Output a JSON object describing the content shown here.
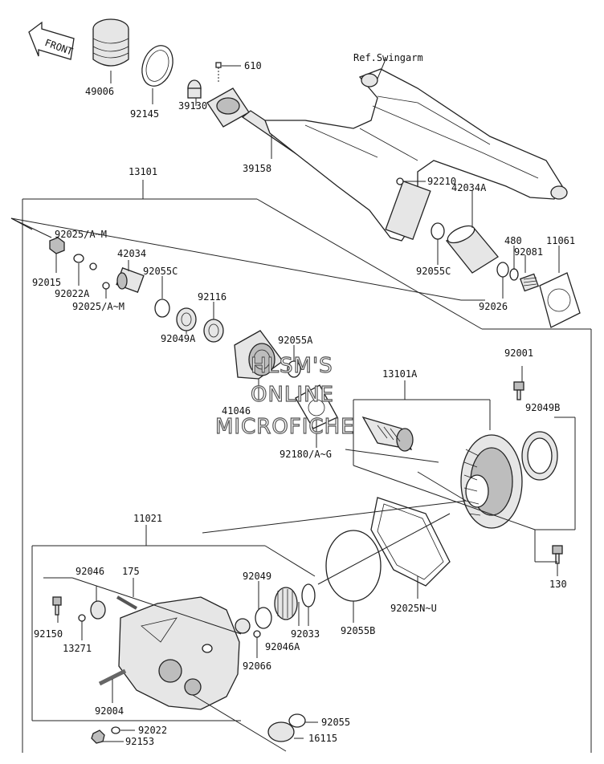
{
  "front_label": "FRONT",
  "ref_label": "Ref.Swingarm",
  "watermark": [
    "HLSM'S",
    "ONLINE",
    "MICROFICHE"
  ],
  "labels": {
    "p610": "610",
    "p49006": "49006",
    "p92145": "92145",
    "p39130": "39130",
    "p39158": "39158",
    "p92210": "92210",
    "p13101": "13101",
    "p42034A": "42034A",
    "p92025AM_1": "92025/A~M",
    "p92015": "92015",
    "p92022A": "92022A",
    "p92025AM_2": "92025/A~M",
    "p42034": "42034",
    "p92055C_1": "92055C",
    "p92055C_2": "92055C",
    "p480": "480",
    "p11061": "11061",
    "p92081": "92081",
    "p92026": "92026",
    "p92116": "92116",
    "p92049A": "92049A",
    "p92055A": "92055A",
    "p92001": "92001",
    "p13101A": "13101A",
    "p41046": "41046",
    "p92049B": "92049B",
    "p92180": "92180/A~G",
    "p11021": "11021",
    "p92046_top": "92046",
    "p175": "175",
    "p92049": "92049",
    "p130": "130",
    "p92150": "92150",
    "p13271": "13271",
    "p92033": "92033",
    "p92046A": "92046A",
    "p92055B": "92055B",
    "p92025NU": "92025N~U",
    "p92066": "92066",
    "p92004": "92004",
    "p92055": "92055",
    "p92022": "92022",
    "p16115": "16115",
    "p92153": "92153"
  }
}
